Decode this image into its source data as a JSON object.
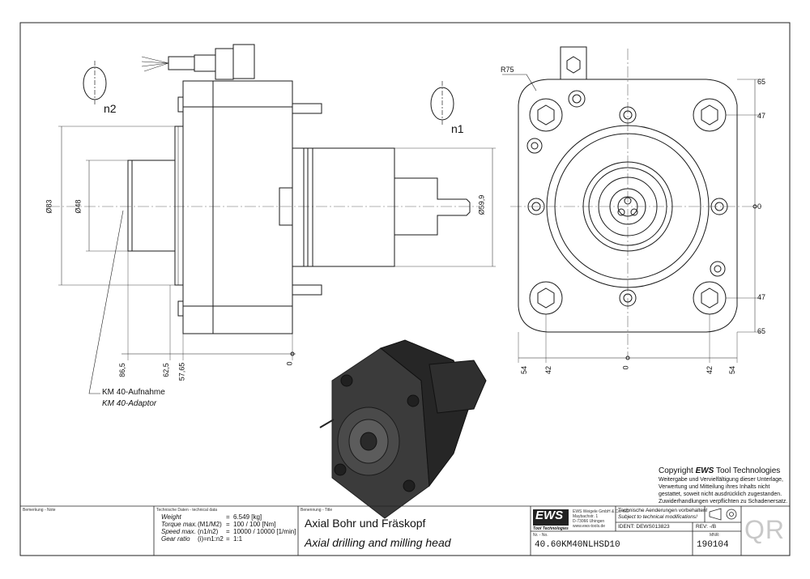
{
  "drawing": {
    "view_side": {
      "rotation_left": "n2",
      "rotation_right": "n1",
      "dim_dia_83": "Ø83",
      "dim_dia_48": "Ø48",
      "dim_dia_59_9": "Ø59,9",
      "dim_86_5": "86,5",
      "dim_62_5": "62,5",
      "dim_57_65": "57,65",
      "dim_zero": "0",
      "callout_de": "KM 40-Aufnahme",
      "callout_en": "KM 40-Adaptor"
    },
    "view_front": {
      "radius": "R75",
      "dim_right": [
        "65",
        "47",
        "0",
        "47",
        "65"
      ],
      "dim_bottom": [
        "54",
        "42",
        "0",
        "42",
        "54"
      ]
    }
  },
  "copyright": {
    "title_prefix": "Copyright ",
    "title_brand": "EWS",
    "title_suffix": " Tool Technologies",
    "lines": [
      "Weitergabe und Vervielfältigung dieser Unterlage,",
      "Verwertung und Mitteilung ihres Inhalts nicht",
      "gestattet, soweit nicht ausdrücklich zugestanden.",
      "Zuwiderhandlungen verpflichten zu Schadenersatz."
    ]
  },
  "title_block": {
    "note_label": "Bemerkung - Note",
    "tech_label": "Technische Daten - technical data",
    "specs": [
      {
        "name": "Weight",
        "unit": "",
        "eq": "=",
        "value": "6.549 [kg]"
      },
      {
        "name": "Torque max.",
        "unit": "(M1/M2)",
        "eq": "=",
        "value": "100 / 100 [Nm]"
      },
      {
        "name": "Speed max.",
        "unit": "(n1/n2)",
        "eq": "=",
        "value": "10000 / 10000 [1/min]"
      },
      {
        "name": "Gear ratio",
        "unit": "(i)=n1:n2",
        "eq": "=",
        "value": "1:1"
      }
    ],
    "name_label": "Benennung - Title",
    "title_de": "Axial Bohr und Fräskopf",
    "title_en": "Axial drilling and milling head",
    "logo_text": "EWS",
    "logo_sub": "Tool Technologies",
    "company_lines": [
      "EWS Weigele GmbH & Co. KG",
      "Maybachstr. 1",
      "D-73066 Uhingen",
      "www.ews-tools.de"
    ],
    "change_de": "Technische Aenderungen vorbehalten!",
    "change_en": "Subject to technical modifications!",
    "ident": "IDENT: DEWS013823",
    "rev": "REV: -/B",
    "nr_label": "Nr. - No.",
    "part_number": "40.60KM40NLHSD10",
    "mnr_label": "MNR:",
    "mnr": "190104",
    "qr_text": "QR"
  },
  "colors": {
    "line": "#1a1a1a",
    "centerline": "#555555",
    "model_dark": "#2e2e2e"
  }
}
